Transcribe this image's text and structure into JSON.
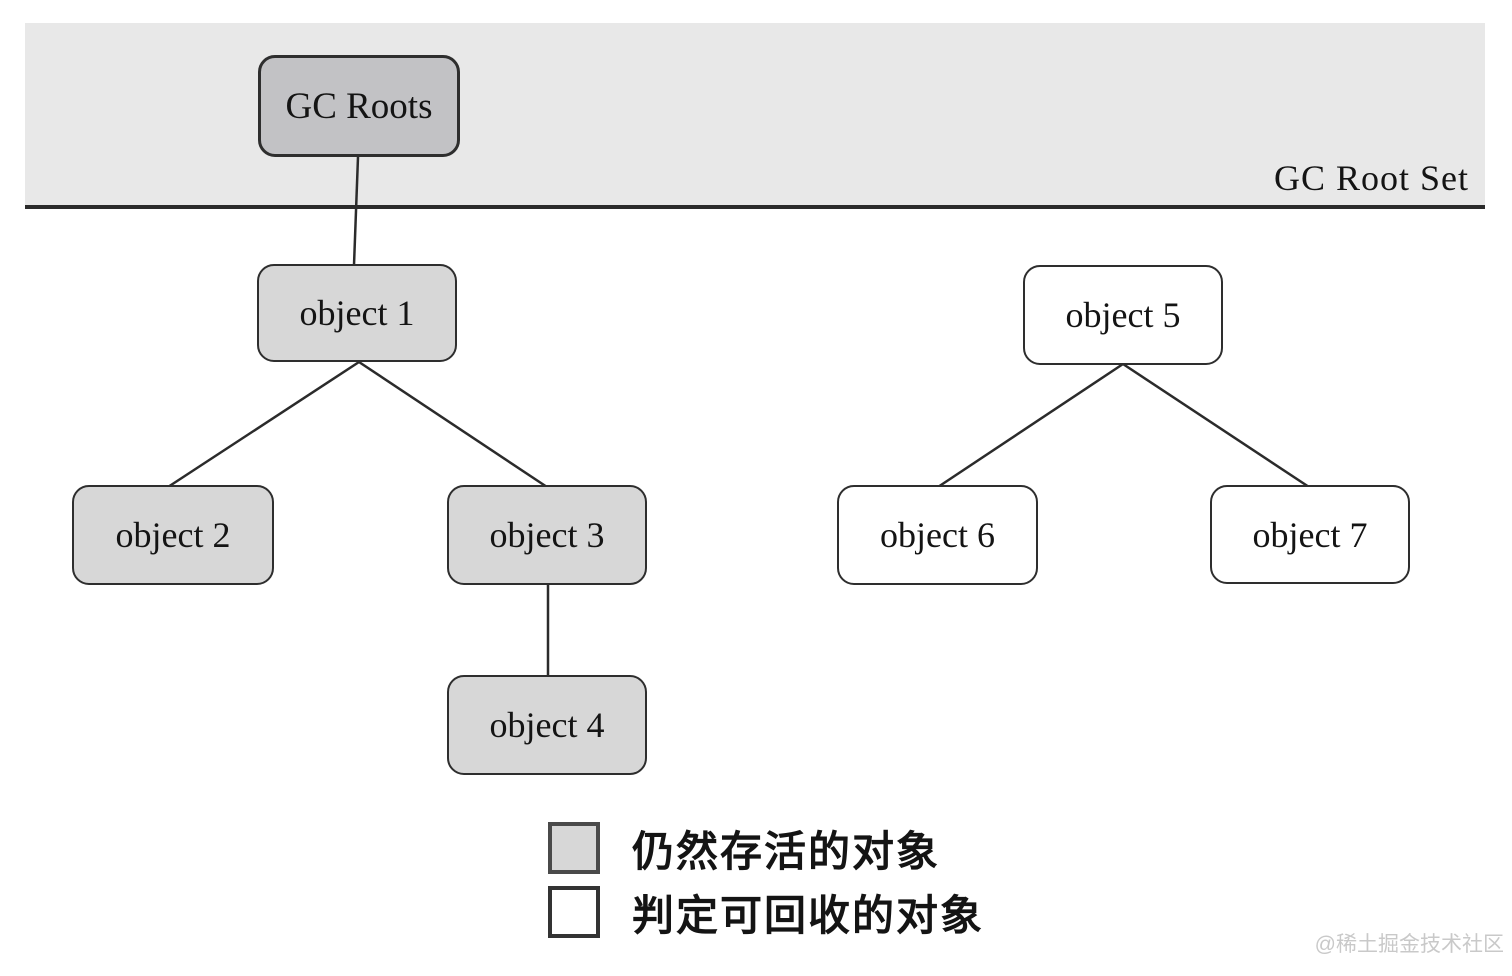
{
  "colors": {
    "band": "#e8e8e8",
    "band_line": "#2b2b2b",
    "line": "#2b2b2b",
    "border": "#2e2e2e",
    "root_fill": "#c2c2c5",
    "alive_fill": "#d7d7d7",
    "collectable_fill": "#ffffff",
    "text": "#141414",
    "watermark": "#c9c9c9"
  },
  "root_set": {
    "label": "GC Root Set"
  },
  "nodes": {
    "gc_roots": {
      "label": "GC Roots",
      "type": "root"
    },
    "object1": {
      "label": "object 1",
      "type": "alive"
    },
    "object2": {
      "label": "object 2",
      "type": "alive"
    },
    "object3": {
      "label": "object 3",
      "type": "alive"
    },
    "object4": {
      "label": "object 4",
      "type": "alive"
    },
    "object5": {
      "label": "object 5",
      "type": "collectable"
    },
    "object6": {
      "label": "object 6",
      "type": "collectable"
    },
    "object7": {
      "label": "object 7",
      "type": "collectable"
    }
  },
  "edges": [
    {
      "from": "gc_roots",
      "to": "object1"
    },
    {
      "from": "object1",
      "to": "object2"
    },
    {
      "from": "object1",
      "to": "object3"
    },
    {
      "from": "object3",
      "to": "object4"
    },
    {
      "from": "object5",
      "to": "object6"
    },
    {
      "from": "object5",
      "to": "object7"
    }
  ],
  "legend": {
    "items": [
      {
        "key": "alive",
        "label": "仍然存活的对象"
      },
      {
        "key": "collectable",
        "label": "判定可回收的对象"
      }
    ]
  },
  "watermark": "@稀土掘金技术社区"
}
